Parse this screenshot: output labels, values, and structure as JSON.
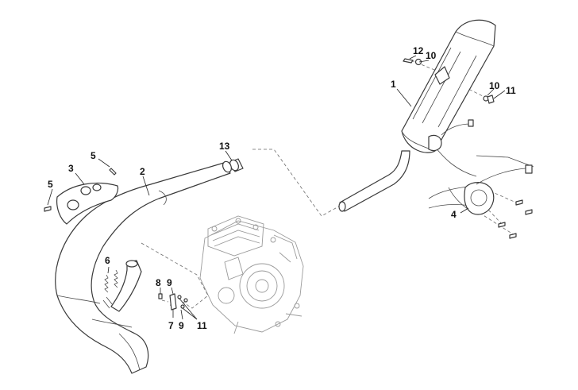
{
  "diagram": {
    "callouts": [
      {
        "id": "c1",
        "label": "1"
      },
      {
        "id": "c2",
        "label": "2"
      },
      {
        "id": "c3",
        "label": "3"
      },
      {
        "id": "c4",
        "label": "4"
      },
      {
        "id": "c5a",
        "label": "5"
      },
      {
        "id": "c5b",
        "label": "5"
      },
      {
        "id": "c6",
        "label": "6"
      },
      {
        "id": "c7",
        "label": "7"
      },
      {
        "id": "c8",
        "label": "8"
      },
      {
        "id": "c9a",
        "label": "9"
      },
      {
        "id": "c9b",
        "label": "9"
      },
      {
        "id": "c10a",
        "label": "10"
      },
      {
        "id": "c10b",
        "label": "10"
      },
      {
        "id": "c11a",
        "label": "11"
      },
      {
        "id": "c11b",
        "label": "11"
      },
      {
        "id": "c12",
        "label": "12"
      },
      {
        "id": "c13",
        "label": "13"
      }
    ]
  }
}
